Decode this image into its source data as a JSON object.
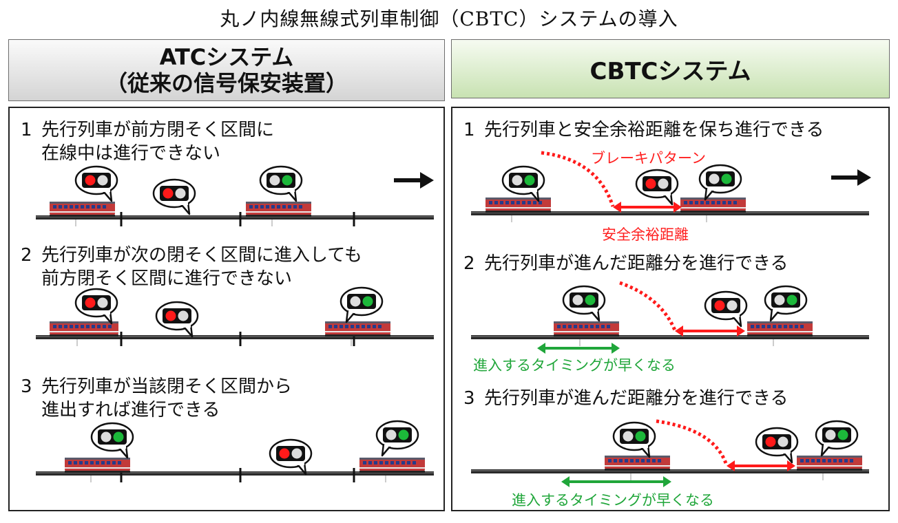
{
  "title": "丸ノ内線無線式列車制御（CBTC）システムの導入",
  "atc": {
    "header_line1": "ATCシステム",
    "header_line2": "（従来の信号保安装置）",
    "steps": [
      {
        "num": "1",
        "line1": "先行列車が前方閉そく区間に",
        "line2": "在線中は進行できない"
      },
      {
        "num": "2",
        "line1": "先行列車が次の閉そく区間に進入しても",
        "line2": "前方閉そく区間に進行できない"
      },
      {
        "num": "3",
        "line1": "先行列車が当該閉そく区間から",
        "line2": "進出すれば進行できる"
      }
    ]
  },
  "cbtc": {
    "header": "CBTCシステム",
    "steps": [
      {
        "num": "1",
        "line1": "先行列車と安全余裕距離を保ち進行できる"
      },
      {
        "num": "2",
        "line1": "先行列車が進んだ距離分を進行できる"
      },
      {
        "num": "3",
        "line1": "先行列車が進んだ距離分を進行できる"
      }
    ],
    "brake_pattern_label": "ブレーキパターン",
    "safety_margin_label": "安全余裕距離",
    "timing_label_1": "進入するタイミングが早くなる",
    "timing_label_2": "進入するタイミングが早くなる"
  },
  "colors": {
    "signal_red": "#ff1a1a",
    "signal_green": "#1cb83a",
    "label_red": "#ff2020",
    "label_green": "#20a63a",
    "train_body": "#c23a3a"
  },
  "icons": [
    "direction-arrow-icon",
    "signal-bubble-icon",
    "train-icon"
  ]
}
